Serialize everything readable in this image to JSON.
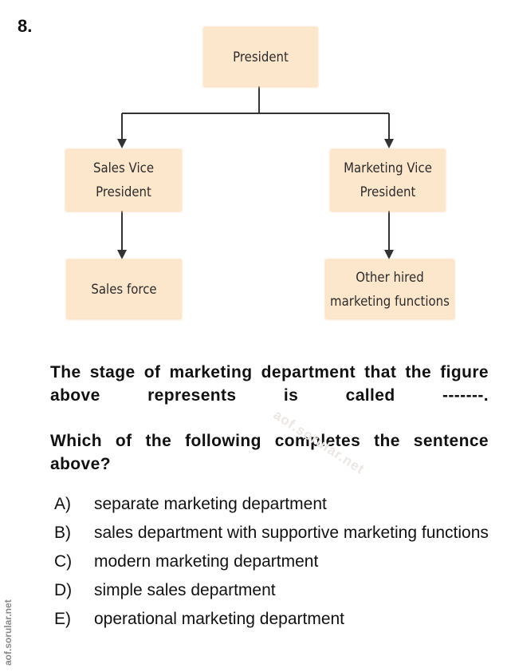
{
  "question": {
    "number": "8.",
    "paragraph1": "The stage of marketing department that the figure above represents is called -------.",
    "paragraph2": "Which of the following completes the sentence above?"
  },
  "diagram": {
    "president": "President",
    "sales_vp": "Sales Vice\nPresident",
    "marketing_vp": "Marketing Vice\nPresident",
    "sales_force": "Sales force",
    "other_hired": "Other hired\nmarketing functions"
  },
  "options": [
    {
      "letter": "A)",
      "text": "separate marketing department"
    },
    {
      "letter": "B)",
      "text": "sales department with supportive marketing functions"
    },
    {
      "letter": "C)",
      "text": "modern marketing department"
    },
    {
      "letter": "D)",
      "text": "simple sales department"
    },
    {
      "letter": "E)",
      "text": "operational marketing department"
    }
  ],
  "watermark": "aof.sorular.net",
  "side_watermark": "aof.sorular.net"
}
